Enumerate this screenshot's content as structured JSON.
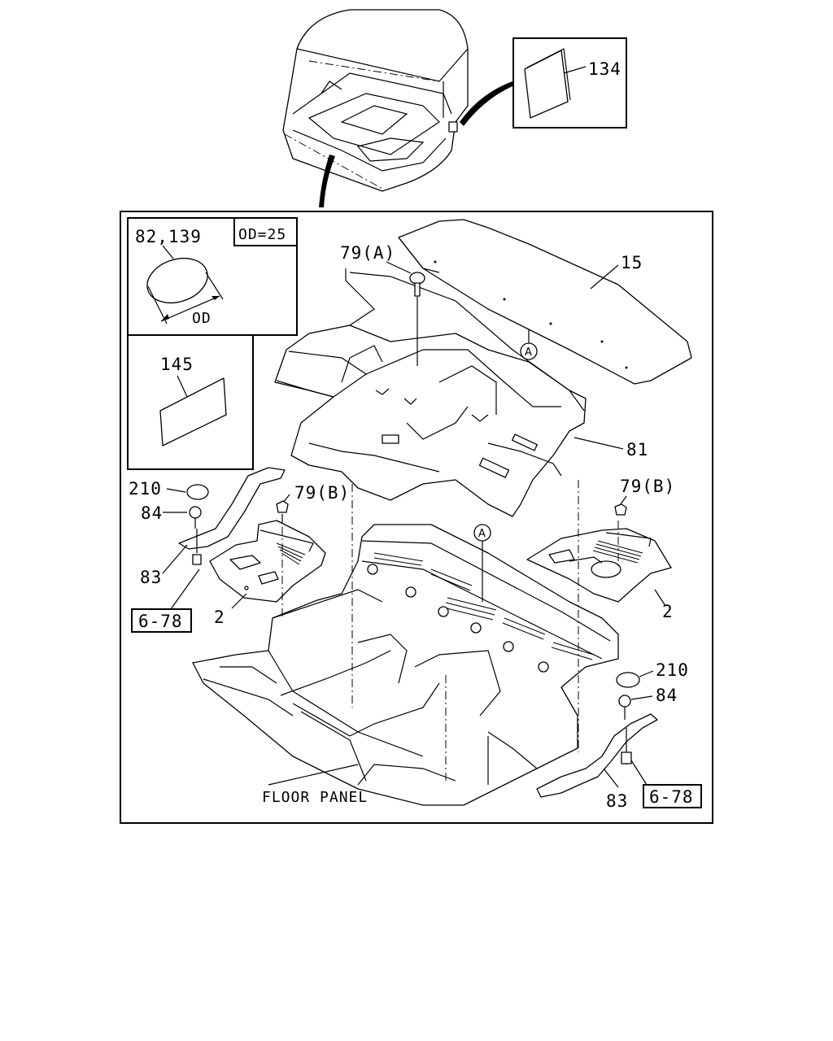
{
  "labels": {
    "l134": "134",
    "l15": "15",
    "l79a": "79(A)",
    "l82_139": "82,139",
    "od_spec": "OD=25",
    "od_dim": "OD",
    "l145": "145",
    "l81": "81",
    "l210_left": "210",
    "l84_left": "84",
    "l83_left": "83",
    "ref_left": "6-78",
    "l79b_left": "79(B)",
    "l2_left": "2",
    "l79b_right": "79(B)",
    "l2_right": "2",
    "l210_right": "210",
    "l84_right": "84",
    "l83_right": "83",
    "ref_right": "6-78",
    "floor_panel": "FLOOR PANEL",
    "marker_a_top": "A",
    "marker_a_bottom": "A"
  }
}
